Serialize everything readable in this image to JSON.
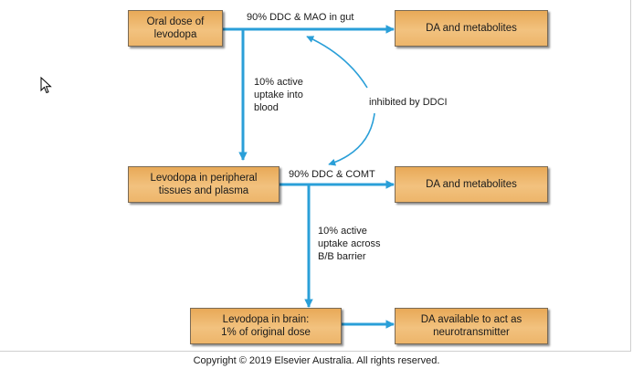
{
  "boxes": {
    "oral": "Oral dose of\nlevodopa",
    "da1": "DA and metabolites",
    "peripheral": "Levodopa in peripheral\ntissues and plasma",
    "da2": "DA and metabolites",
    "brain": "Levodopa in brain:\n1% of original dose",
    "neuro": "DA available to act as\nneurotransmitter"
  },
  "labels": {
    "gut": "90% DDC & MAO in gut",
    "blood": "10% active\nuptake into\nblood",
    "ddci": "inhibited by DDCI",
    "comt": "90% DDC & COMT",
    "barrier": "10% active\nuptake across\nB/B barrier"
  },
  "footer": "Copyright © 2019 Elsevier Australia. All rights reserved.",
  "colors": {
    "arrow": "#2a9fd8",
    "box": "#f0b870"
  }
}
